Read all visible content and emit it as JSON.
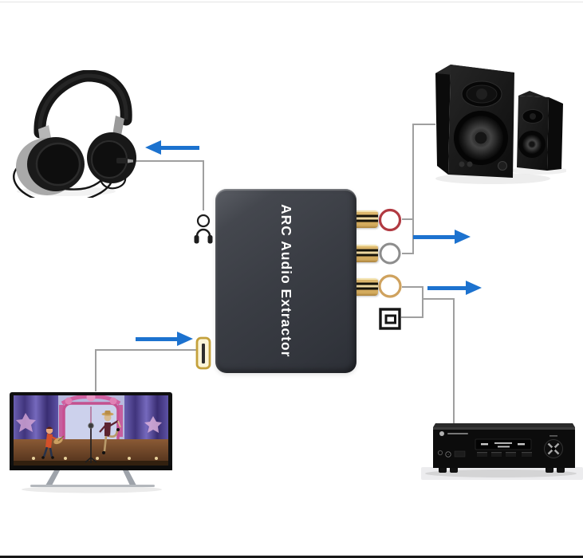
{
  "device": {
    "label": "ARC Audio Extractor",
    "body_color": "#3a3d44",
    "label_color": "#ffffff",
    "rca_jack_gold": "#d9b468"
  },
  "ports": [
    {
      "id": "headphone-output",
      "icon": "headphones-3.5mm-jack-icon",
      "color": "#1d1d1d"
    },
    {
      "id": "rca-left",
      "icon": "rca-ring-icon",
      "color": "#b13a42"
    },
    {
      "id": "rca-right",
      "icon": "rca-ring-icon",
      "color": "#8d8d8d"
    },
    {
      "id": "coaxial-out",
      "icon": "rca-ring-icon",
      "color": "#cfa25e"
    },
    {
      "id": "optical-out",
      "icon": "toslink-square-icon",
      "color": "#151515"
    },
    {
      "id": "hdmi-arc-in",
      "icon": "hdmi-plug-icon",
      "color": "#c4a13c"
    }
  ],
  "flow": {
    "arrow_color": "#1c72cf",
    "wire_color": "#9f9f9f",
    "arrows": [
      {
        "name": "output-to-headphones",
        "direction": "left"
      },
      {
        "name": "output-to-speakers",
        "direction": "right"
      },
      {
        "name": "output-to-amplifier",
        "direction": "right"
      },
      {
        "name": "input-from-tv",
        "direction": "right"
      }
    ]
  },
  "equipment": {
    "headphones": "over-ear headphones",
    "speakers": "bookshelf speaker pair",
    "tv": "flat-screen TV playing animated movie",
    "amplifier": "stereo receiver"
  }
}
